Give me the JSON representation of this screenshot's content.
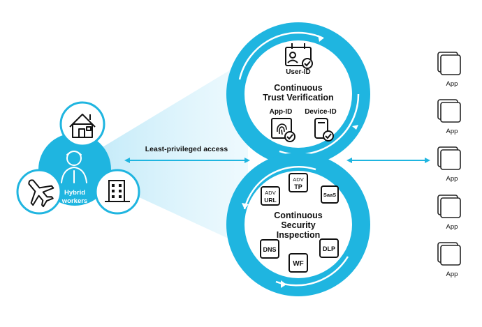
{
  "workers": {
    "label_line1": "Hybrid",
    "label_line2": "workers"
  },
  "access": {
    "label": "Least-privileged access"
  },
  "trust": {
    "title_line1": "Continuous",
    "title_line2": "Trust Verification",
    "user_id": "User-ID",
    "app_id": "App-ID",
    "device_id": "Device-ID"
  },
  "security": {
    "title_line1": "Continuous",
    "title_line2": "Security",
    "title_line3": "Inspection",
    "adv_tp_line1": "ADV",
    "adv_tp_line2": "TP",
    "adv_url_line1": "ADV",
    "adv_url_line2": "URL",
    "saas": "SaaS",
    "dns": "DNS",
    "dlp": "DLP",
    "wf": "WF"
  },
  "apps": [
    "App",
    "App",
    "App",
    "App",
    "App"
  ],
  "colors": {
    "accent": "#1fb5e0",
    "light_accent": "#cdeefa",
    "ink": "#111111"
  }
}
